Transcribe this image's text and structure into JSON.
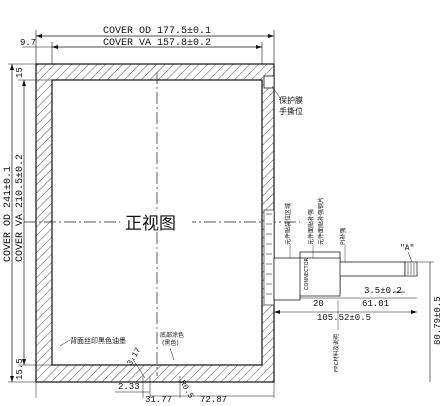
{
  "drawing": {
    "cover_od_width": "COVER OD 177.5±0.1",
    "cover_va_width": "COVER VA 157.8±0.2",
    "left_offset": "9.7",
    "cover_od_height": "COVER OD 241±0.1",
    "cover_va_height": "COVER VA 210.5±0.2",
    "top_offset": "15",
    "bottom_offset": "15.5",
    "center_label": "正视图",
    "protective_film_line1": "保护膜",
    "protective_film_line2": "手撕位",
    "back_print_note": "背面丝印黑色油墨",
    "glue_note_line1": "底部涂色",
    "glue_note_line2": "(黑色)",
    "dim_2_33": "2.33",
    "dim_31_77": "31.77",
    "dim_72_87": "72.87",
    "dim_3_17": "3.17",
    "dim_r0_5": "R0.5",
    "dim_3_5": "3.5±0.2",
    "dim_20": "20",
    "dim_61_01": "61.01",
    "dim_105_52": "105.52±0.5",
    "dim_80_79": "80.79±0.5",
    "fpc_label_a": "\"A\"",
    "fpc_vertical_1": "元件贴装位区域",
    "fpc_vertical_2": "元件面贴补强",
    "fpc_vertical_3": "元件面贴补强钢片",
    "fpc_vertical_4": "PI补强",
    "fpc_block_label": "CONNECTOR",
    "fpc_bottom_note": "FPC材料及说明"
  },
  "colors": {
    "line": "#111111",
    "hatch": "#555555",
    "center_line": "#222222"
  }
}
